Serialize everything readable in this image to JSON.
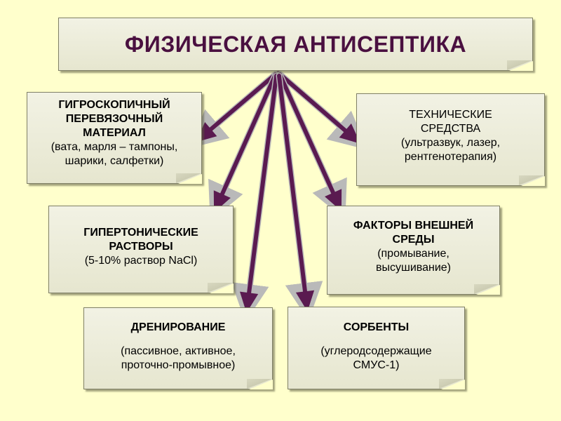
{
  "title": "ФИЗИЧЕСКАЯ АНТИСЕПТИКА",
  "boxes": {
    "hygroscopic": {
      "heading_lines": [
        "ГИГРОСКОПИЧНЫЙ",
        "ПЕРЕВЯЗОЧНЫЙ",
        "МАТЕРИАЛ"
      ],
      "detail_lines": [
        "(вата, марля – тампоны,",
        "шарики, салфетки)"
      ]
    },
    "technical": {
      "heading_lines": [
        "ТЕХНИЧЕСКИЕ",
        "СРЕДСТВА"
      ],
      "detail_lines": [
        "(ультразвук, лазер,",
        "рентгенотерапия)"
      ]
    },
    "hypertonic": {
      "heading_lines": [
        "ГИПЕРТОНИЧЕСКИЕ",
        "РАСТВОРЫ"
      ],
      "detail_lines": [
        "(5-10% раствор NaCl)"
      ]
    },
    "environment": {
      "heading_lines": [
        "ФАКТОРЫ ВНЕШНЕЙ",
        "СРЕДЫ"
      ],
      "detail_lines": [
        "(промывание,",
        "высушивание)"
      ]
    },
    "drainage": {
      "heading_lines": [
        "ДРЕНИРОВАНИЕ"
      ],
      "detail_lines": [
        "(пассивное, активное,",
        "проточно-промывное)"
      ]
    },
    "sorbents": {
      "heading_lines": [
        "СОРБЕНТЫ"
      ],
      "detail_lines": [
        "(углеродсодержащие",
        "СМУС-1)"
      ]
    }
  },
  "colors": {
    "background": "#ffffcc",
    "title_text": "#4a1040",
    "arrow_fill": "#5a1a50",
    "arrow_outline": "#b9b9b9"
  }
}
